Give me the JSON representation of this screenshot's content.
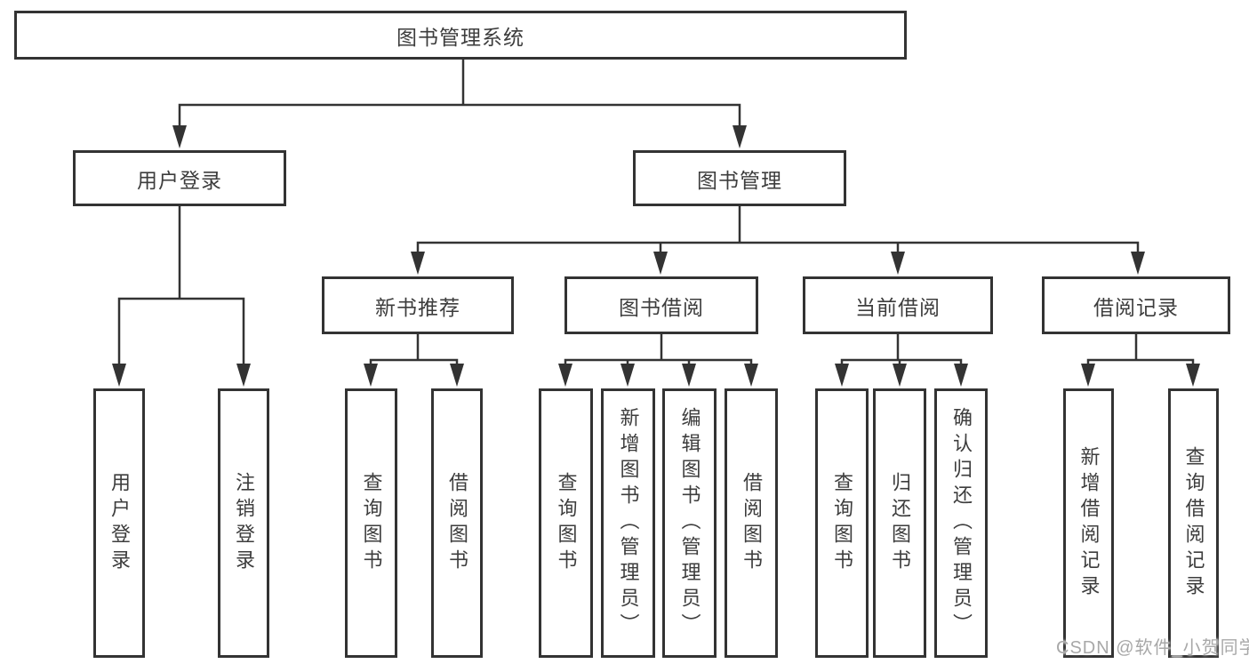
{
  "diagram": {
    "root": {
      "label": "图书管理系统"
    },
    "level2": [
      {
        "label": "用户登录"
      },
      {
        "label": "图书管理"
      }
    ],
    "level3": [
      {
        "label": "新书推荐"
      },
      {
        "label": "图书借阅"
      },
      {
        "label": "当前借阅"
      },
      {
        "label": "借阅记录"
      }
    ],
    "leaves": [
      {
        "label": "用户登录"
      },
      {
        "label": "注销登录"
      },
      {
        "label": "查询图书"
      },
      {
        "label": "借阅图书"
      },
      {
        "label": "查询图书"
      },
      {
        "label": "新增图书（管理员）"
      },
      {
        "label": "编辑图书（管理员）"
      },
      {
        "label": "借阅图书"
      },
      {
        "label": "查询图书"
      },
      {
        "label": "归还图书"
      },
      {
        "label": "确认归还（管理员）"
      },
      {
        "label": "新增借阅记录"
      },
      {
        "label": "查询借阅记录"
      }
    ]
  },
  "watermark": {
    "text": "CSDN @软件_小贺同学"
  },
  "colors": {
    "line": "#333333",
    "box_border": "#333333",
    "text": "#3d3d3d",
    "watermark": "#a8a8a8",
    "background": "#ffffff"
  }
}
